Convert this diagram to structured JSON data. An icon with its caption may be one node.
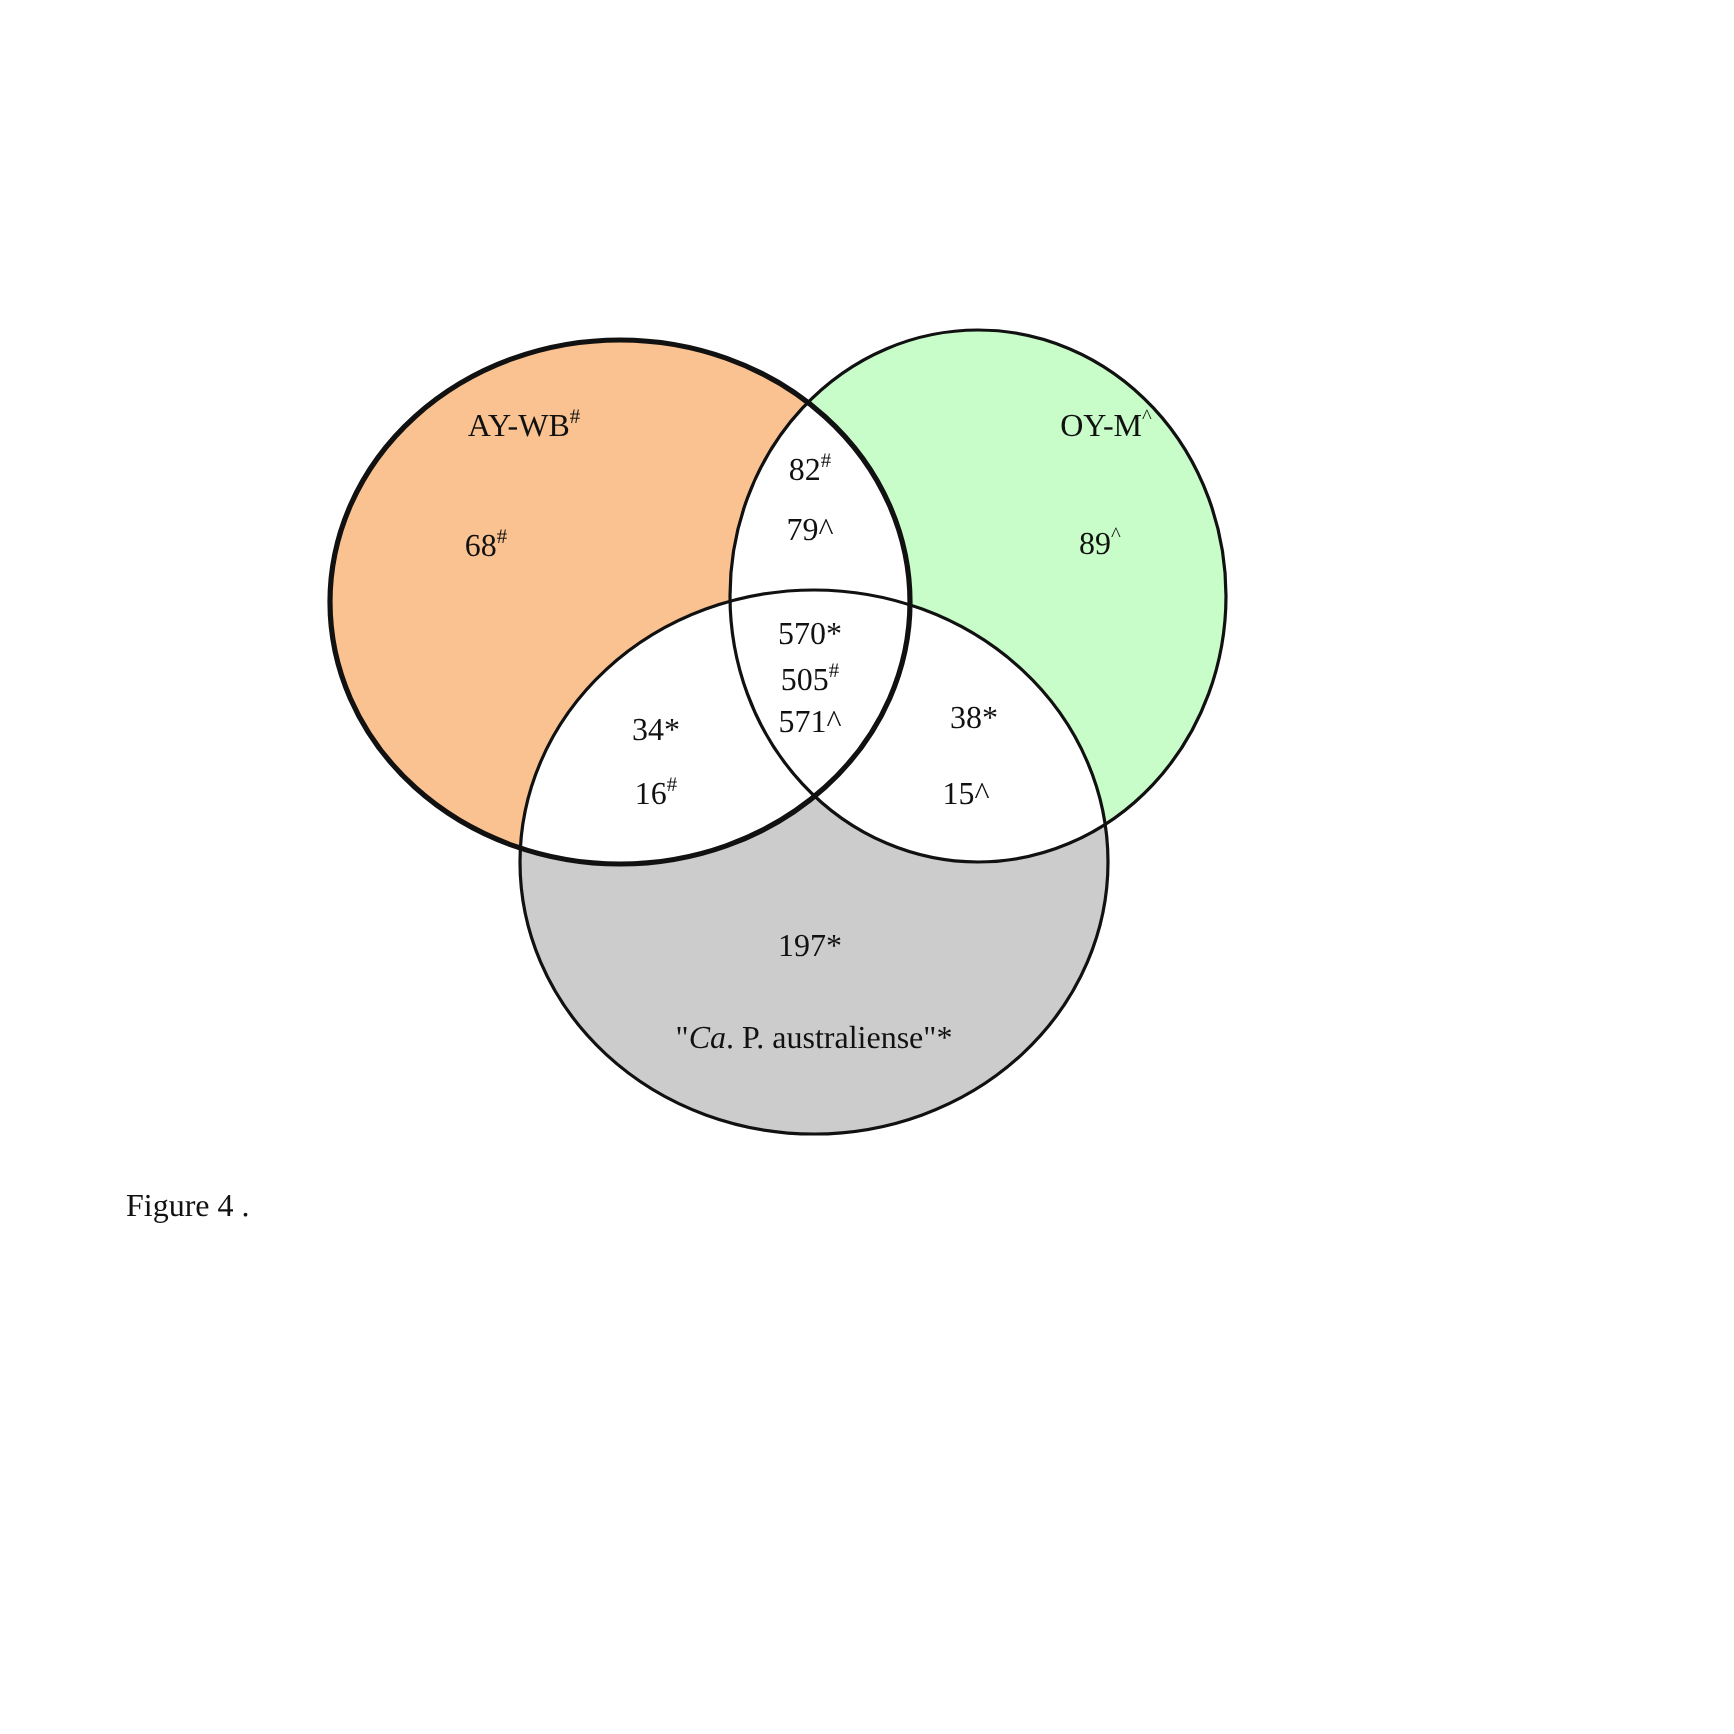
{
  "diagram": {
    "caption": "Figure 4 .",
    "nodes": [
      {
        "text": [
          "AY-WB$^{#}$",
          "68$^{#}$"
        ]
      },
      {
        "text": [
          "OY-M$^{^}$",
          "89$^{^}$"
        ]
      },
      {
        "text": [
          "197*",
          "\"*Ca*. P. australiense\"*"
        ]
      }
    ],
    "labels": [
      "82$^{#}$",
      "79^",
      "570*",
      "505$^{#}$",
      "571^",
      "34*",
      "16$^{#}$",
      "38*",
      "15^"
    ]
  }
}
